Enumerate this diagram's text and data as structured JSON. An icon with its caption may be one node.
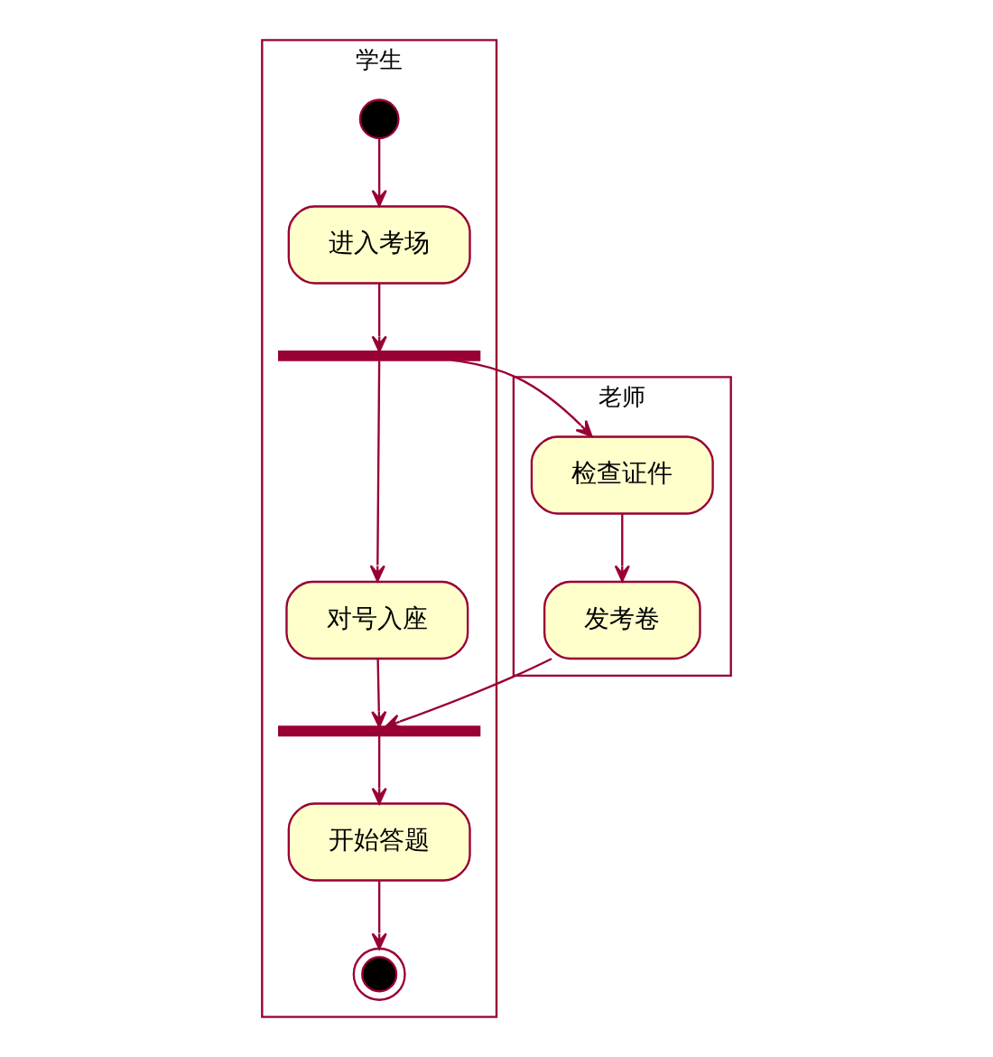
{
  "diagram": {
    "nodes": [
      {
        "text": [
          "老师"
        ]
      },
      {
        "text": [
          "学生"
        ]
      },
      {
        "text": [],
        "shape": "circle",
        "in": 1
      },
      {
        "text": [
          "进入考场"
        ],
        "in": 1
      },
      {
        "text": [],
        "shape": "bar",
        "in": 1
      },
      {
        "text": [
          "检查证件"
        ],
        "in": 0
      },
      {
        "text": [
          "对号入座"
        ],
        "in": 1
      },
      {
        "text": [
          "发考卷"
        ],
        "in": 0
      },
      {
        "text": [],
        "shape": "bar",
        "in": 1
      },
      {
        "text": [
          "开始答题"
        ],
        "in": 1
      },
      {
        "text": [],
        "shape": "bullseye",
        "in": 1
      }
    ],
    "edges": [
      {
        "from": 2,
        "to": 3,
        "arrow": "to"
      },
      {
        "from": 3,
        "to": 4,
        "arrow": "to"
      },
      {
        "from": 4,
        "to": 5,
        "arrow": "to"
      },
      {
        "from": 4,
        "to": 6,
        "arrow": "to"
      },
      {
        "from": 5,
        "to": 7,
        "arrow": "to"
      },
      {
        "from": 7,
        "to": 8,
        "arrow": "to"
      },
      {
        "from": 6,
        "to": 8,
        "arrow": "to"
      },
      {
        "from": 8,
        "to": 9,
        "arrow": "to"
      },
      {
        "from": 9,
        "to": 10,
        "arrow": "to"
      }
    ]
  }
}
